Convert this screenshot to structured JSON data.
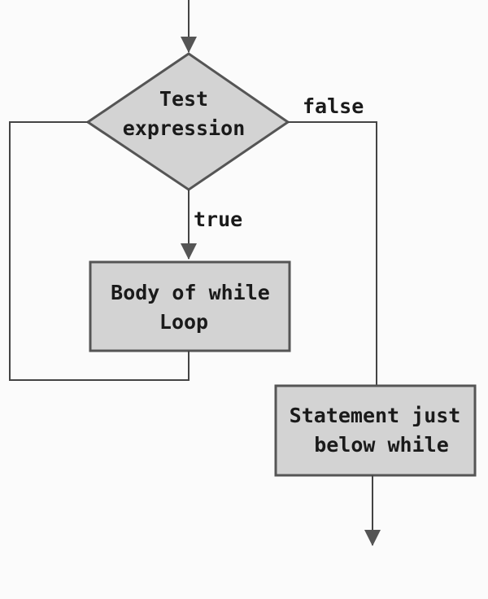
{
  "diagram": {
    "decision": {
      "line1": "Test",
      "line2": "expression"
    },
    "body_box": {
      "line1": "Body of while",
      "line2": "Loop"
    },
    "after_box": {
      "line1": "Statement just",
      "line2": "below while"
    },
    "labels": {
      "true": "true",
      "false": "false"
    }
  },
  "colors": {
    "node_fill": "#d3d3d3",
    "node_stroke": "#555555",
    "edge": "#444444",
    "background": "#fbfbfb"
  }
}
